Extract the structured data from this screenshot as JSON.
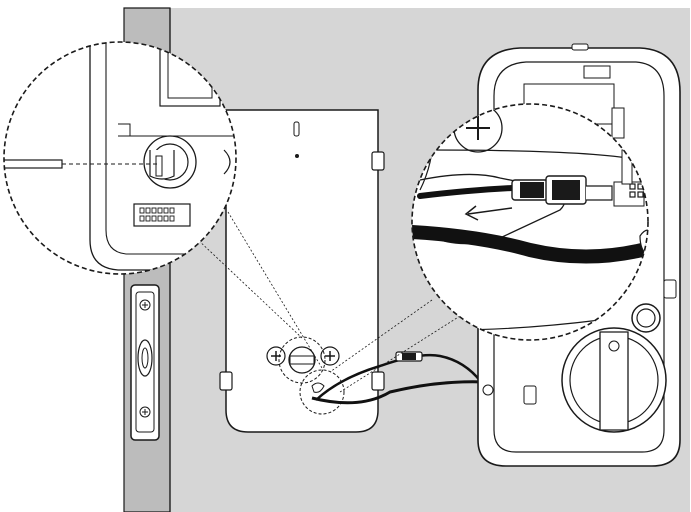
{
  "figure": {
    "description_labels": [],
    "colors": {
      "door": "#d4d4d4",
      "door_edge": "#bdbdbd",
      "outline": "#1a1a1a",
      "part_fill": "#ffffff",
      "cable": "#111111"
    },
    "parts": {
      "interior_plate": "interior-mounting-plate",
      "interior_unit": "interior-lock-unit",
      "detail_left": "detail-cylinder-tailpiece",
      "detail_right": "detail-cable-connector",
      "arrow": "insert-direction-arrow"
    }
  }
}
